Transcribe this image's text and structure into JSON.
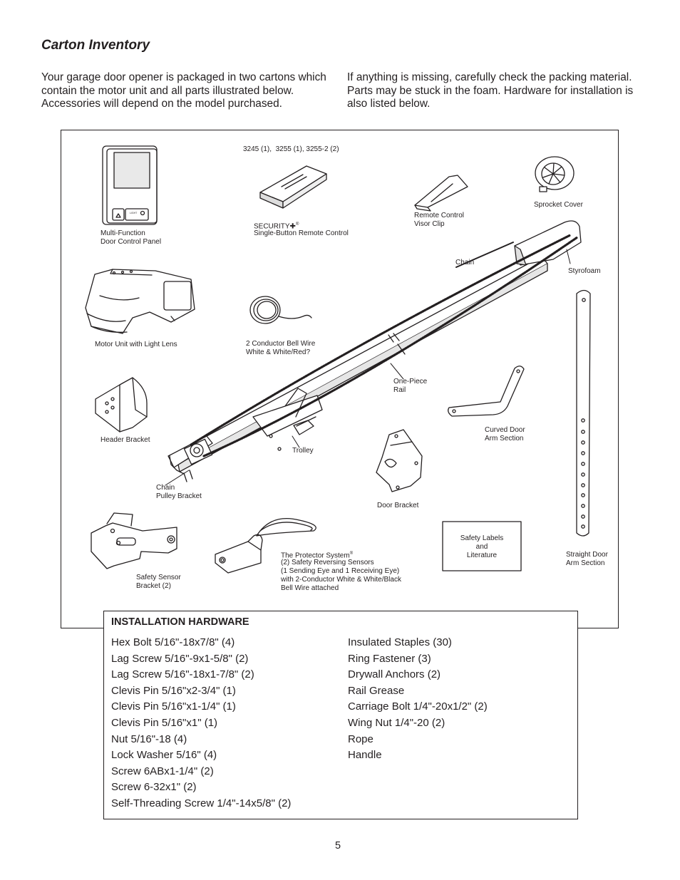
{
  "title": "Carton Inventory",
  "intro": {
    "left": "Your garage door opener is packaged in two cartons which contain the motor unit and all parts illustrated below. Accessories will depend on the model purchased.",
    "right": "If anything is missing, carefully check the packing material. Parts may be stuck in the foam. Hardware for installation is also listed below."
  },
  "models_note": "3245 (1),  3255 (1), 3255-2 (2)",
  "parts": {
    "control_panel": "Multi-Function\nDoor Control Panel",
    "control_panel_button": "LIGHT",
    "remote_brand": "SECURITY✚",
    "remote_reg": "®",
    "remote_name": "Single-Button Remote Control",
    "visor_clip": "Remote Control\nVisor Clip",
    "sprocket_cover": "Sprocket Cover",
    "chain": "Chain",
    "styrofoam": "Styrofoam",
    "motor_unit": "Motor Unit with Light Lens",
    "bell_wire": "2 Conductor Bell Wire\nWhite & White/Red?",
    "rail": "One-Piece\nRail",
    "header_bracket": "Header Bracket",
    "curved_arm": "Curved Door\nArm Section",
    "trolley": "Trolley",
    "chain_pulley": "Chain\nPulley Bracket",
    "door_bracket": "Door Bracket",
    "safety_labels": "Safety Labels\nand\nLiterature",
    "straight_arm": "Straight Door\nArm Section",
    "sensor_bracket": "Safety Sensor\nBracket (2)",
    "protector_name": "The Protector System",
    "protector_reg": "®",
    "protector_desc": "(2) Safety Reversing Sensors\n(1 Sending Eye and 1 Receiving Eye)\nwith 2-Conductor White & White/Black\nBell Wire attached"
  },
  "hardware": {
    "title": "INSTALLATION HARDWARE",
    "left": [
      "Hex Bolt 5/16\"-18x7/8\" (4)",
      "Lag Screw 5/16\"-9x1-5/8\" (2)",
      "Lag Screw 5/16\"-18x1-7/8\" (2)",
      "Clevis Pin 5/16\"x2-3/4\" (1)",
      "Clevis Pin 5/16\"x1-1/4\" (1)",
      "Clevis Pin 5/16\"x1\" (1)",
      "Nut 5/16\"-18 (4)",
      "Lock Washer 5/16\" (4)",
      "Screw 6ABx1-1/4\" (2)",
      "Screw 6-32x1\" (2)",
      "Self-Threading Screw 1/4\"-14x5/8\" (2)"
    ],
    "right": [
      "Insulated Staples (30)",
      "Ring Fastener (3)",
      "Drywall Anchors (2)",
      "Rail Grease",
      "Carriage Bolt 1/4\"-20x1/2\" (2)",
      "Wing Nut 1/4\"-20 (2)",
      "Rope",
      "Handle"
    ]
  },
  "page_number": "5"
}
